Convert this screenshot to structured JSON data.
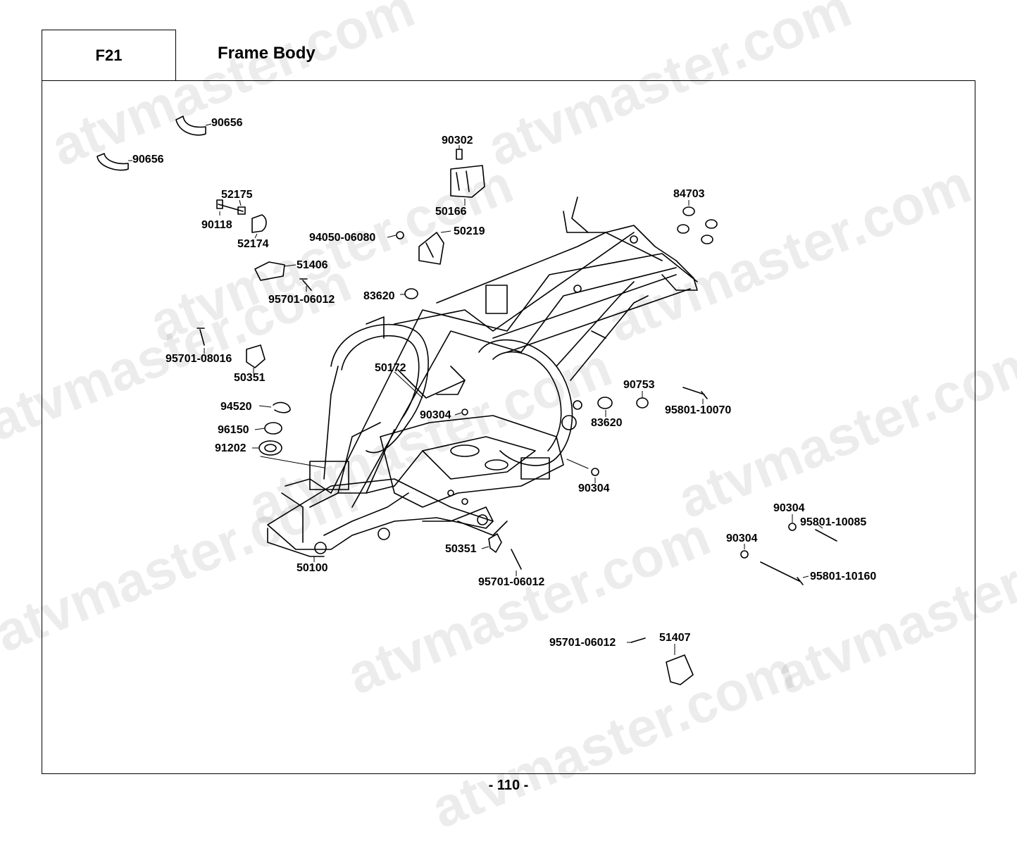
{
  "header": {
    "code": "F21",
    "title": "Frame Body"
  },
  "page_number": "- 110 -",
  "watermark": "atvmaster.com",
  "parts": [
    {
      "id": "p1",
      "label": "90656"
    },
    {
      "id": "p2",
      "label": "90656"
    },
    {
      "id": "p3",
      "label": "90302"
    },
    {
      "id": "p4",
      "label": "50166"
    },
    {
      "id": "p5",
      "label": "52175"
    },
    {
      "id": "p6",
      "label": "90118"
    },
    {
      "id": "p7",
      "label": "52174"
    },
    {
      "id": "p8",
      "label": "94050-06080"
    },
    {
      "id": "p9",
      "label": "50219"
    },
    {
      "id": "p10",
      "label": "84703"
    },
    {
      "id": "p11",
      "label": "51406"
    },
    {
      "id": "p12",
      "label": "95701-06012"
    },
    {
      "id": "p13",
      "label": "83620"
    },
    {
      "id": "p14",
      "label": "95701-08016"
    },
    {
      "id": "p15",
      "label": "50351"
    },
    {
      "id": "p16",
      "label": "50172"
    },
    {
      "id": "p17",
      "label": "90753"
    },
    {
      "id": "p18",
      "label": "95801-10070"
    },
    {
      "id": "p19",
      "label": "94520"
    },
    {
      "id": "p20",
      "label": "90304"
    },
    {
      "id": "p21",
      "label": "83620"
    },
    {
      "id": "p22",
      "label": "96150"
    },
    {
      "id": "p23",
      "label": "91202"
    },
    {
      "id": "p24",
      "label": "90304"
    },
    {
      "id": "p25",
      "label": "90304"
    },
    {
      "id": "p26",
      "label": "95801-10085"
    },
    {
      "id": "p27",
      "label": "90304"
    },
    {
      "id": "p28",
      "label": "50351"
    },
    {
      "id": "p29",
      "label": "50100"
    },
    {
      "id": "p30",
      "label": "95701-06012"
    },
    {
      "id": "p31",
      "label": "95801-10160"
    },
    {
      "id": "p32",
      "label": "95701-06012"
    },
    {
      "id": "p33",
      "label": "51407"
    }
  ]
}
